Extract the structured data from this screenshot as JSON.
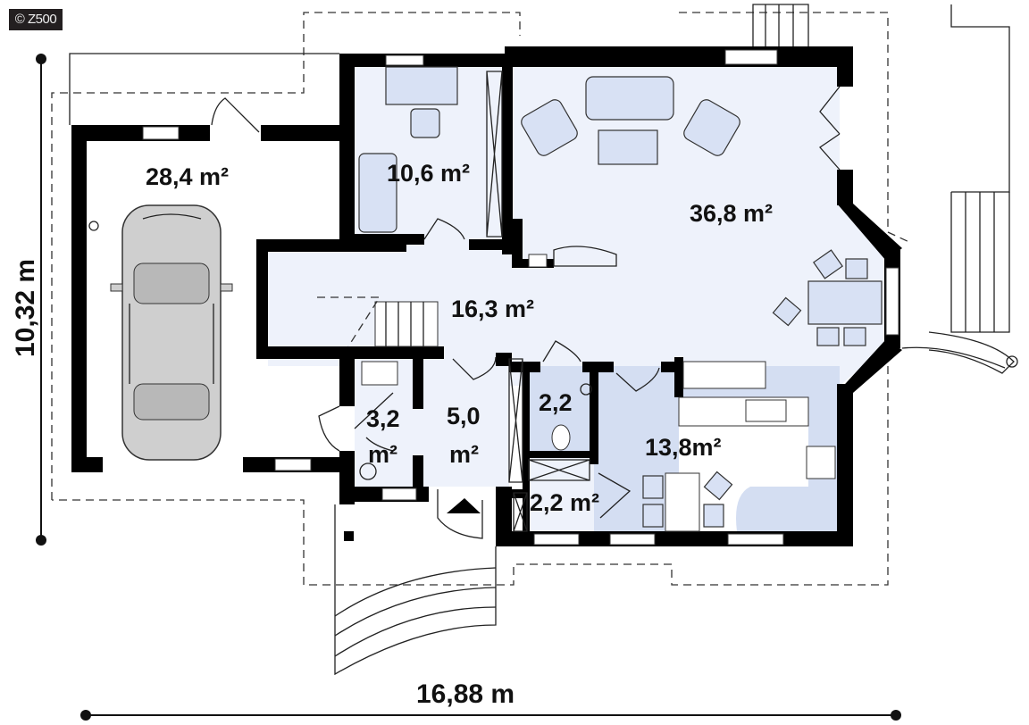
{
  "watermark": "© Z500",
  "dimensions": {
    "width": "16,88 m",
    "depth": "10,32 m"
  },
  "rooms": [
    {
      "id": "garage",
      "area": "28,4 m²"
    },
    {
      "id": "office",
      "area": "10,6 m²"
    },
    {
      "id": "living",
      "area": "36,8 m²"
    },
    {
      "id": "hall",
      "area": "16,3 m²"
    },
    {
      "id": "wc",
      "area_line1": "3,2",
      "area_line2": "m²"
    },
    {
      "id": "vestibule",
      "area_line1": "5,0",
      "area_line2": "m²"
    },
    {
      "id": "toilet",
      "area": "2,2"
    },
    {
      "id": "bathroom",
      "area": "2,2 m²"
    },
    {
      "id": "kitchen",
      "area": "13,8m²"
    }
  ],
  "colors": {
    "room_light": "#eef2fb",
    "room_dark": "#d4def2",
    "wall": "#000000"
  }
}
